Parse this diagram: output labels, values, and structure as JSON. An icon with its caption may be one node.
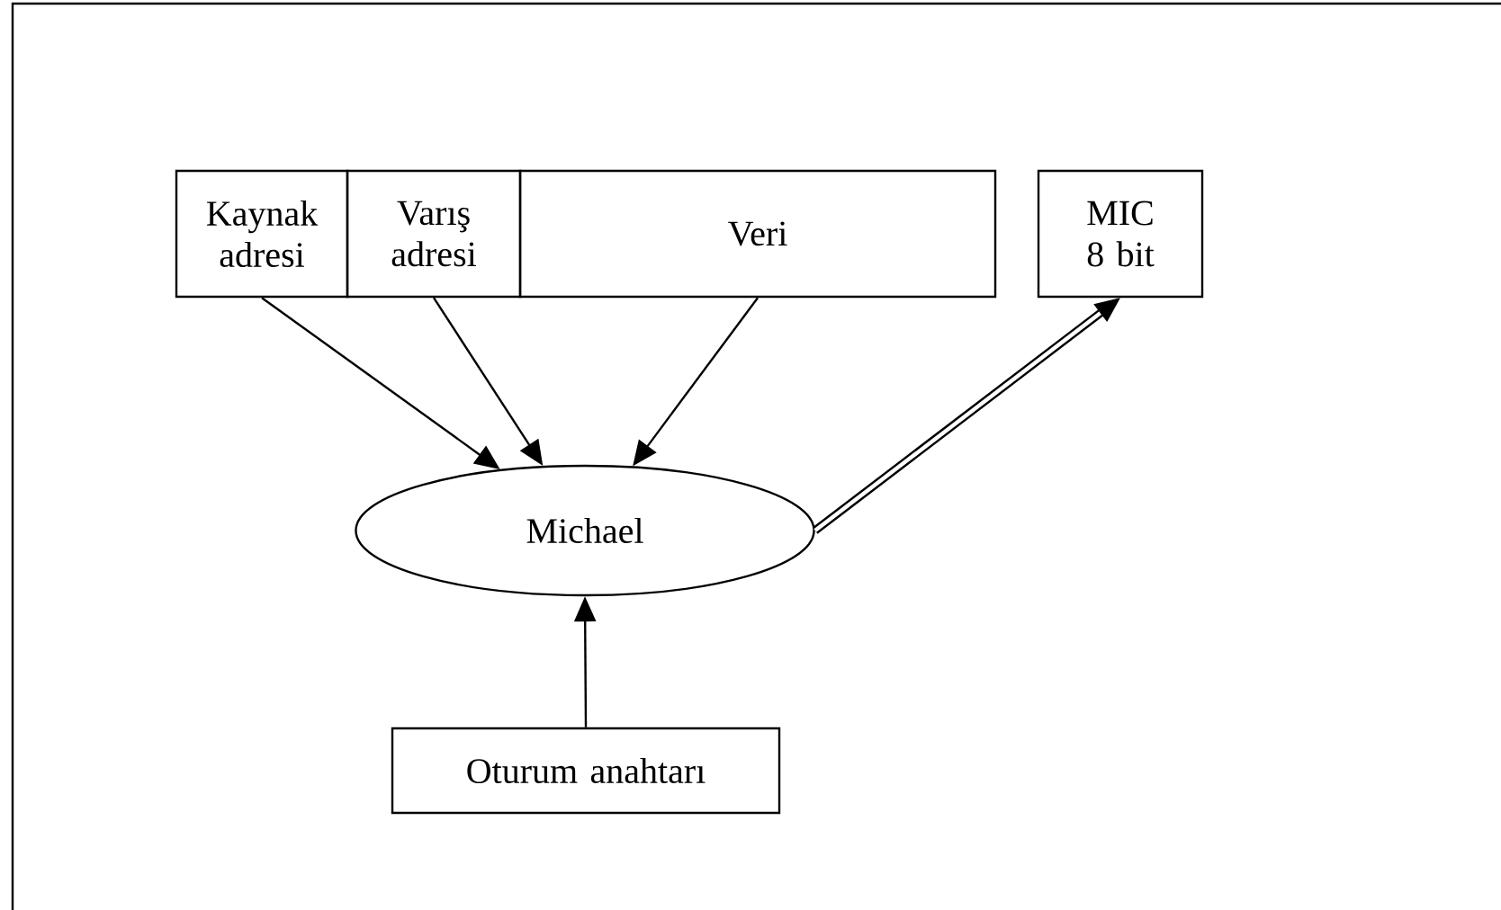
{
  "diagram": {
    "nodes": [
      {
        "text": [
          "Kaynak adresi"
        ]
      },
      {
        "text": [
          "Varış adresi"
        ]
      },
      {
        "text": [
          "Veri"
        ]
      },
      {
        "text": [
          "MIC 8 bit"
        ]
      },
      {
        "text": [
          "Michael"
        ]
      },
      {
        "text": [
          "Oturum anahtarı"
        ]
      }
    ],
    "edges": [
      {
        "from": 0,
        "to": 4,
        "arrow": "to"
      },
      {
        "from": 1,
        "to": 4,
        "arrow": "to"
      },
      {
        "from": 2,
        "to": 4,
        "arrow": "to"
      },
      {
        "from": 4,
        "to": 3,
        "arrow": "to",
        "style": "thick"
      },
      {
        "from": 5,
        "to": 4,
        "arrow": "to"
      }
    ]
  }
}
